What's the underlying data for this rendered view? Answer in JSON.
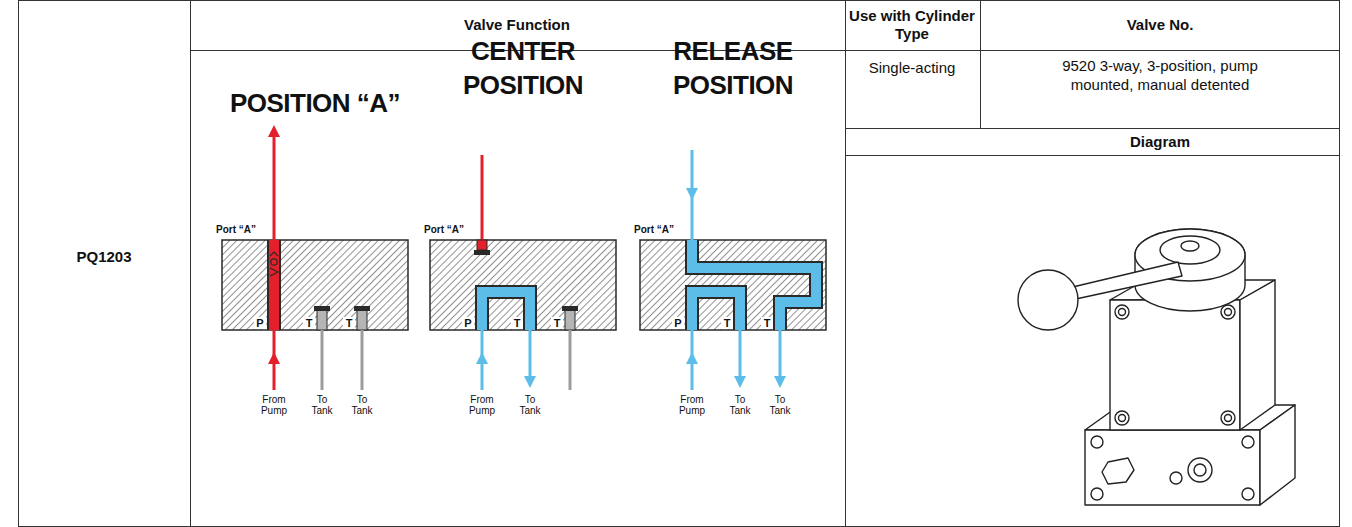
{
  "diagram": {
    "labels": [
      "PQ1203",
      "Valve Function",
      "Use with Cylinder Type",
      "Valve No.",
      "Single-acting",
      "9520 3-way, 3-position, pump mounted, manual detented",
      "Diagram",
      "POSITION “A”",
      "CENTER POSITION",
      "RELEASE POSITION",
      "Port “A”",
      "P",
      "T",
      "T",
      "From Pump",
      "To Tank",
      "To Tank",
      "Port “A”",
      "P",
      "T",
      "T",
      "From Pump",
      "To Tank",
      "Port “A”",
      "P",
      "T",
      "T",
      "From Pump",
      "To Tank",
      "To Tank"
    ]
  }
}
